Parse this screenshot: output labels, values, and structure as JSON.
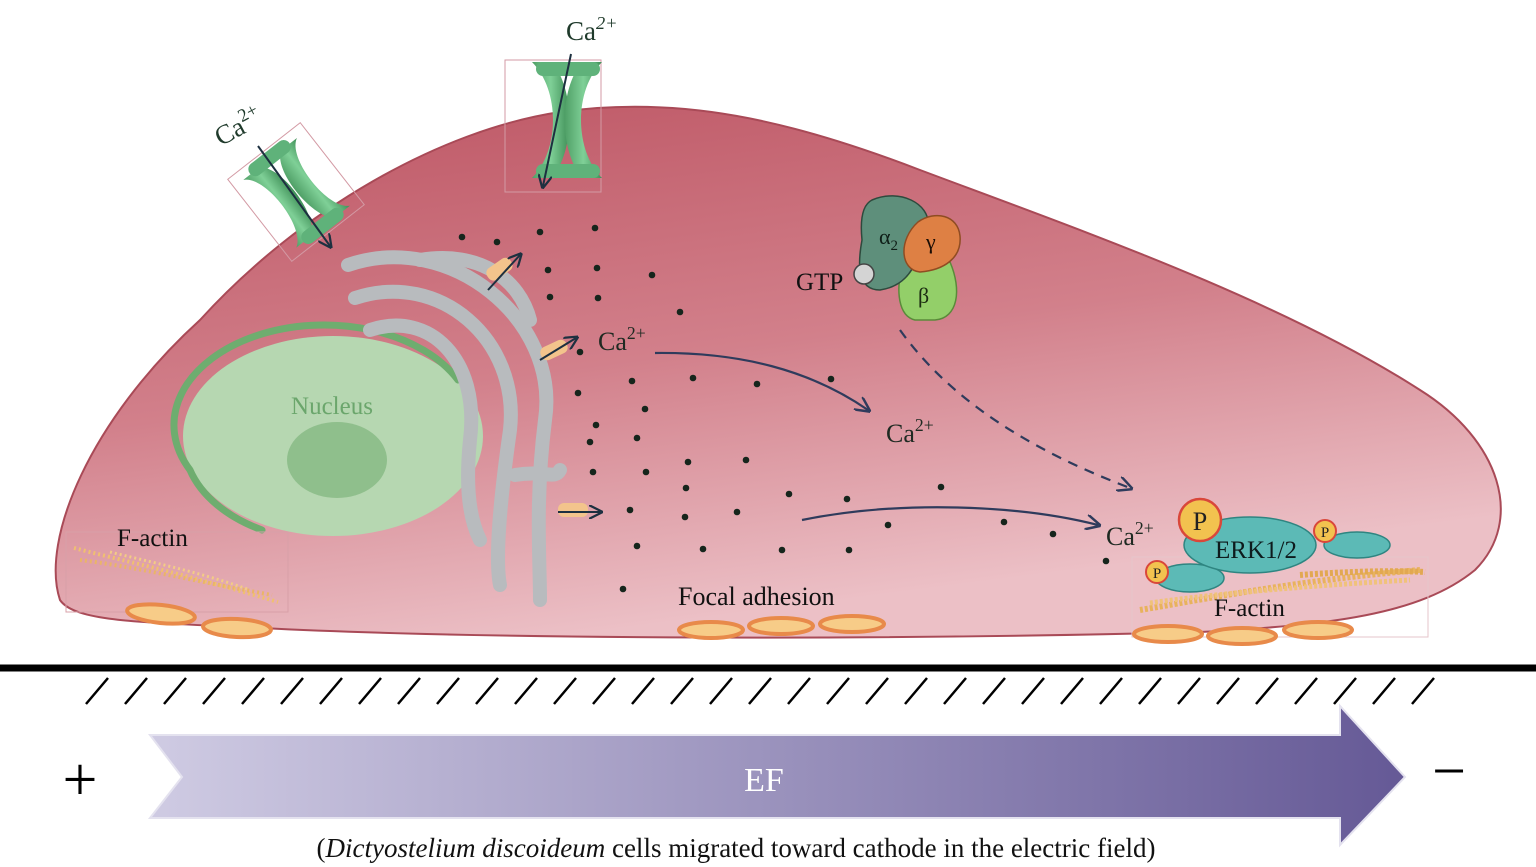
{
  "labels": {
    "nucleus": "Nucleus",
    "f_actin_left": "F-actin",
    "f_actin_right": "F-actin",
    "focal_adhesion": "Focal adhesion",
    "gtp": "GTP",
    "g_alpha": "α",
    "g_alpha_sub": "2",
    "g_gamma": "γ",
    "g_beta": "β",
    "erk": "ERK1/2",
    "p": "P",
    "ca_base": "Ca",
    "ca_sup": "2+",
    "ef": "EF",
    "plus": "+",
    "minus": "−"
  },
  "caption": {
    "open": "(",
    "species": "Dictyostelium discoideum",
    "rest": " cells migrated toward cathode in the electric field)"
  },
  "colors": {
    "cell_top": "#c25866",
    "cell_bottom": "#e8b2ba",
    "nucleus": "#b5d6b2",
    "nucleus_rim": "#6fab70",
    "channel": "#5fb27a",
    "er": "#b9bcbf",
    "erk": "#5cbab6",
    "adhesion": "#f6c98a",
    "ef_arrow_start": "#c9c5de",
    "ef_arrow_end": "#6a5e98"
  }
}
